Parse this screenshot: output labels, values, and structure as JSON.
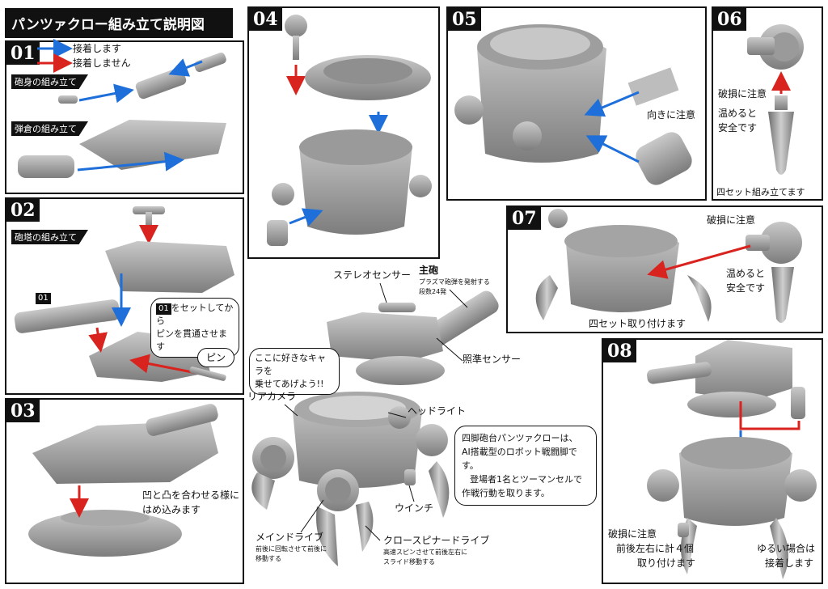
{
  "title": "パンツァクロー組み立て説明図",
  "legend": {
    "blue": "接着します",
    "red": "接着しません",
    "blue_color": "#1e6fd9",
    "red_color": "#d9231e"
  },
  "steps": {
    "s01": {
      "no": "01",
      "sub1": "砲身の組み立て",
      "sub2": "弾倉の組み立て"
    },
    "s02": {
      "no": "02",
      "sub": "砲塔の組み立て",
      "tag": "01",
      "bubble_tag": "01",
      "bubble_l1": "をセットしてから",
      "bubble_l2": "ピンを貫通させます",
      "pin": "ピン"
    },
    "s03": {
      "no": "03",
      "note1": "凹と凸を合わせる様に",
      "note2": "はめ込みます"
    },
    "s04": {
      "no": "04"
    },
    "s05": {
      "no": "05",
      "note": "向きに注意"
    },
    "s06": {
      "no": "06",
      "n1": "破損に注意",
      "n2": "温めると",
      "n3": "安全です",
      "n4": "四セット組み立てます"
    },
    "s07": {
      "no": "07",
      "n1": "破損に注意",
      "n2": "温めると",
      "n3": "安全です",
      "n4": "四セット取り付けます"
    },
    "s08": {
      "no": "08",
      "n1": "破損に注意",
      "n2": "前後左右に計４個",
      "n3": "取り付けます",
      "n4": "ゆるい場合は",
      "n5": "接着します"
    }
  },
  "center": {
    "stereo": "ステレオセンサー",
    "main_gun": "主砲",
    "main_gun_d1": "プラズマ砲弾を発射する",
    "main_gun_d2": "段数24発",
    "aim": "照準センサー",
    "rear_cam": "リアカメラ",
    "headlight": "ヘッドライト",
    "winch": "ウインチ",
    "main_drive": "メインドライブ",
    "main_drive_d1": "前後に回転させて前後に",
    "main_drive_d2": "移動する",
    "cross": "クロースピナードライブ",
    "cross_d1": "高速スピンさせて前後左右に",
    "cross_d2": "スライド移動する",
    "bubble1_l1": "ここに好きなキャラを",
    "bubble1_l2": "乗せてあげよう!!",
    "bubble2_l1": "四脚砲台パンツァクローは、",
    "bubble2_l2": "AI搭載型のロボット戦闘脚です。",
    "bubble2_l3": "登場者1名とツーマンセルで",
    "bubble2_l4": "作戦行動を取ります。"
  }
}
